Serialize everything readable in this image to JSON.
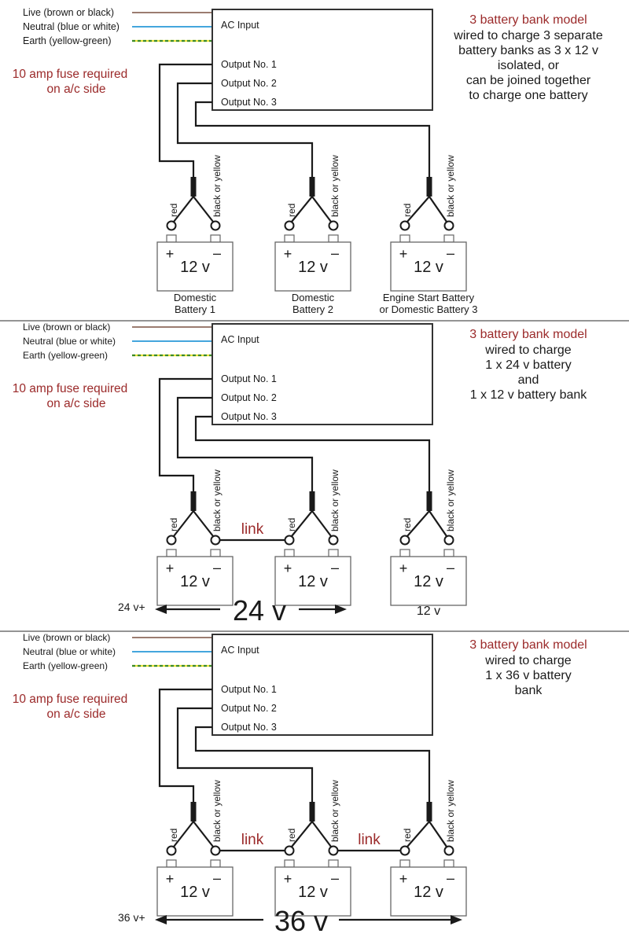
{
  "colors": {
    "live": "#7a5040",
    "neutral": "#2a9ad8",
    "earth_a": "#3a8a2a",
    "earth_b": "#e8e23a",
    "note_red": "#9b2a2a",
    "ink": "#1a1a1a"
  },
  "common": {
    "live_label": "Live (brown or black)",
    "neutral_label": "Neutral (blue or white)",
    "earth_label": "Earth (yellow-green)",
    "fuse_note": [
      "10 amp fuse required",
      "on a/c side"
    ],
    "ac_input": "AC Input",
    "outputs": [
      "Output No. 1",
      "Output No. 2",
      "Output No. 3"
    ],
    "red_label": "red",
    "black_label": "black or yellow",
    "battery_voltage": "12 v",
    "plus": "+",
    "minus": "–",
    "link_label": "link"
  },
  "panels": [
    {
      "title": "3 battery bank model",
      "description": [
        "wired to charge 3 separate",
        "battery banks as 3 x 12 v",
        "isolated, or",
        "can be joined together",
        "to charge one battery"
      ],
      "links": [],
      "battery_captions": [
        [
          "Domestic",
          "Battery 1"
        ],
        [
          "Domestic",
          "Battery 2"
        ],
        [
          "Engine Start Battery",
          "or Domestic Battery 3"
        ]
      ],
      "bank": null,
      "extra_caption": null
    },
    {
      "title": "3 battery bank model",
      "description": [
        "wired to charge",
        "1 x  24 v battery",
        "and",
        "1 x 12 v battery bank"
      ],
      "links": [
        [
          0,
          1
        ]
      ],
      "battery_captions": [],
      "bank": {
        "plus_label": "24 v+",
        "total": "24 v",
        "span": 2
      },
      "extra_caption": "12 v"
    },
    {
      "title": "3 battery bank model",
      "description": [
        "wired to charge",
        "1 x  36 v battery",
        "bank"
      ],
      "links": [
        [
          0,
          1
        ],
        [
          1,
          2
        ]
      ],
      "battery_captions": [],
      "bank": {
        "plus_label": "36 v+",
        "total": "36 v",
        "span": 3
      },
      "extra_caption": null
    }
  ]
}
